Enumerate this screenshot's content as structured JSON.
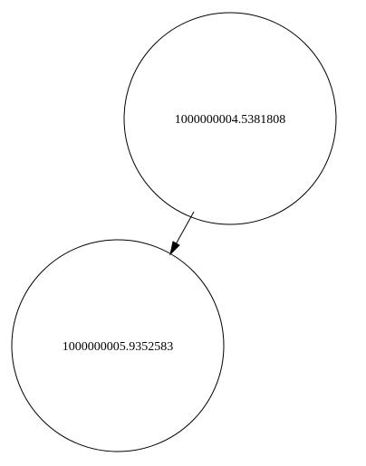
{
  "diagram": {
    "nodes": [
      {
        "id": "n1",
        "label": "1000000004.5381808"
      },
      {
        "id": "n2",
        "label": "1000000005.9352583"
      }
    ],
    "edges": [
      {
        "from": "n1",
        "to": "n2"
      }
    ]
  },
  "colors": {
    "stroke": "#000000",
    "background": "#ffffff"
  }
}
